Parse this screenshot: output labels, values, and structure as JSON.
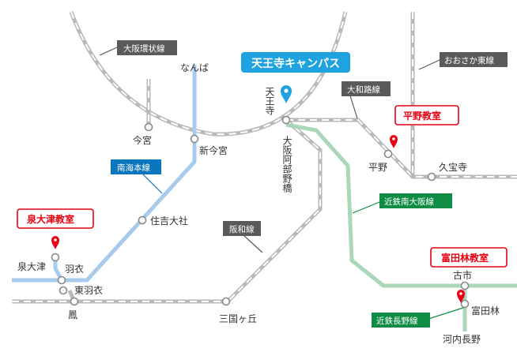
{
  "campus": {
    "name": "天王寺キャンパス",
    "color": "#1fa2e0"
  },
  "schools": {
    "hirano": "平野教室",
    "izumiotsu": "泉大津教室",
    "tondabayashi": "富田林教室"
  },
  "lines": {
    "osaka_loop": "大阪環状線",
    "osaka_higashi": "おおさか東線",
    "yamatoji": "大和路線",
    "nankai_main": "南海本線",
    "kintetsu_minami_osaka": "近鉄南大阪線",
    "hanwa": "阪和線",
    "kintetsu_nagano": "近鉄長野線"
  },
  "stations": {
    "namba": "なんば",
    "imamiya": "今宮",
    "shin_imamiya": "新今宮",
    "tennoji": "天王寺",
    "osaka_abenobashi": "大阪阿部野橋",
    "hirano": "平野",
    "kyuhoji": "久宝寺",
    "sumiyoshi_taisha": "住吉大社",
    "izumiotsu": "泉大津",
    "hagoromo": "羽衣",
    "higashi_hagoromo": "東羽衣",
    "otori": "鳳",
    "mikunigaoka": "三国ヶ丘",
    "furuichi": "古市",
    "tondabayashi": "富田林",
    "kawachinagano": "河内長野"
  },
  "colors": {
    "jr": "#b9b9b9",
    "nankai": "#a7cbec",
    "kintetsu": "#a9d7b8",
    "tag_gray": "#5a5a5a",
    "tag_blue": "#0b75bd",
    "tag_green": "#0f8d44",
    "school_red": "#e60012"
  }
}
